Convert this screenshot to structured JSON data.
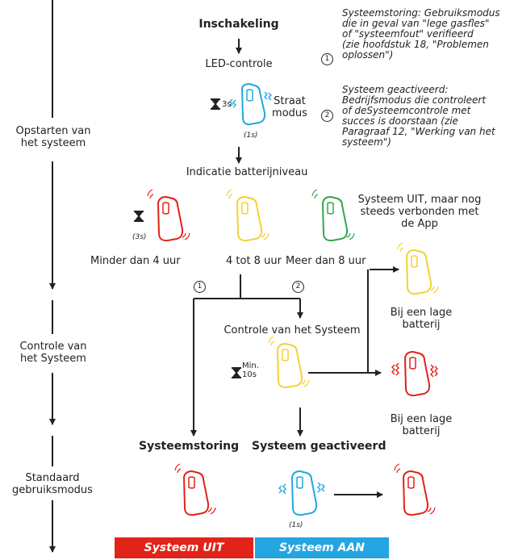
{
  "colors": {
    "red": "#e2231a",
    "yellow": "#f2d233",
    "green": "#2ea84a",
    "blue": "#23a6e0"
  },
  "timeline": {
    "startup": "Opstarten van\nhet systeem",
    "check": "Controle van\nhet Systeem",
    "standard": "Standaard\ngebruiksmodus"
  },
  "nodes": {
    "power_on": "Inschakeling",
    "led_check": "LED-controle",
    "timer_3s": "3s",
    "street_mode": "Straat\nmodus",
    "pulse_1s": "(1s)",
    "battery_level": "Indicatie batterijniveau",
    "timer_3s_paren": "(3s)",
    "less_4": "Minder dan 4 uur",
    "between_4_8": "4 tot 8 uur",
    "more_8": "Meer dan 8 uur",
    "system_off_app": "Systeem UIT, maar nog\nsteeds verbonden met\nde App",
    "low_battery_1": "Bij een lage\nbatterij",
    "low_battery_2": "Bij een lage\nbatterij",
    "system_check": "Controle van het Systeem",
    "timer_min": "Min.\n10s",
    "system_fault": "Systeemstoring",
    "system_activated": "Systeem geactiveerd",
    "pulse_1s_bottom": "(1s)",
    "branch_1": "1",
    "branch_2": "2"
  },
  "notes": {
    "note1_num": "1",
    "note1": "Systeemstoring: Gebruiksmodus\ndie in geval van \"lege gasfles\"\nof \"systeemfout\" verifieerd\n(zie hoofdstuk 18, \"Problemen\noplossen\")",
    "note2_num": "2",
    "note2": "Systeem geactiveerd:\nBedrijfsmodus die controleert\nof deSysteemcontrole met\nsucces is doorstaan (zie\nParagraaf 12, \"Werking van het\nsysteem\")"
  },
  "legend": {
    "off": "Systeem UIT",
    "on": "Systeem AAN"
  }
}
